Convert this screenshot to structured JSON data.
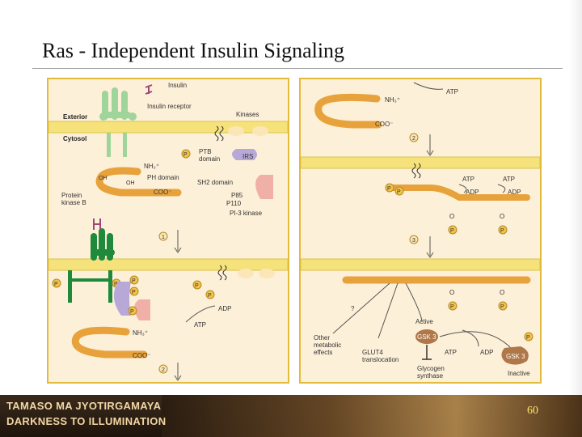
{
  "title": "Ras - Independent Insulin Signaling",
  "footer": {
    "line1": "TAMASO MA JYOTIRGAMAYA",
    "line2": "DARKNESS TO ILLUMINATION",
    "page_number": "60"
  },
  "left_panel": {
    "insulin": "Insulin",
    "insulin_receptor": "Insulin receptor",
    "exterior": "Exterior",
    "cytosol": "Cytosol",
    "kinases": "Kinases",
    "ptb_domain_1": "PTB",
    "ptb_domain_2": "domain",
    "irs": "IRS",
    "nh3": "NH₃⁺",
    "ph_domain": "PH domain",
    "coo": "COO⁻",
    "oh1": "OH",
    "oh2": "OH",
    "protein_kinase_b_1": "Protein",
    "protein_kinase_b_2": "kinase B",
    "sh2_domain": "SH2 domain",
    "p85": "P85",
    "p110": "P110",
    "pi3_kinase": "PI-3 kinase",
    "step1": "1",
    "p": "P",
    "adp": "ADP",
    "atp": "ATP",
    "nh3_b": "NH₃⁺",
    "coo_b": "COO⁻",
    "step2": "2"
  },
  "right_panel": {
    "atp_top": "ATP",
    "nh3": "NH₃⁺",
    "coo": "COO⁻",
    "step2": "2",
    "atp1": "ATP",
    "adp1": "ADP",
    "atp2": "ATP",
    "adp2": "ADP",
    "o1": "O",
    "o2": "O",
    "p": "P",
    "step3": "3",
    "question": "?",
    "active": "Active",
    "gsk3_active": "GSK 3",
    "gsk3_inactive": "GSK 3",
    "atp3": "ATP",
    "adp3": "ADP",
    "inactive": "Inactive",
    "other_1": "Other",
    "other_2": "metabolic",
    "other_3": "effects",
    "glut4_1": "GLUT4",
    "glut4_2": "translocation",
    "glycogen_1": "Glycogen",
    "glycogen_2": "synthase"
  },
  "colors": {
    "panel_bg": "#fdf0d8",
    "panel_border": "#e3bb3a",
    "membrane": "#f6e27a",
    "protein_orange": "#e8a23c",
    "receptor_light": "#9fd49a",
    "receptor_dark": "#1f8a3c",
    "phospho": "#f3c24a",
    "pi3k_pink": "#f0b0a8",
    "irs_lavender": "#b8a8d8"
  }
}
